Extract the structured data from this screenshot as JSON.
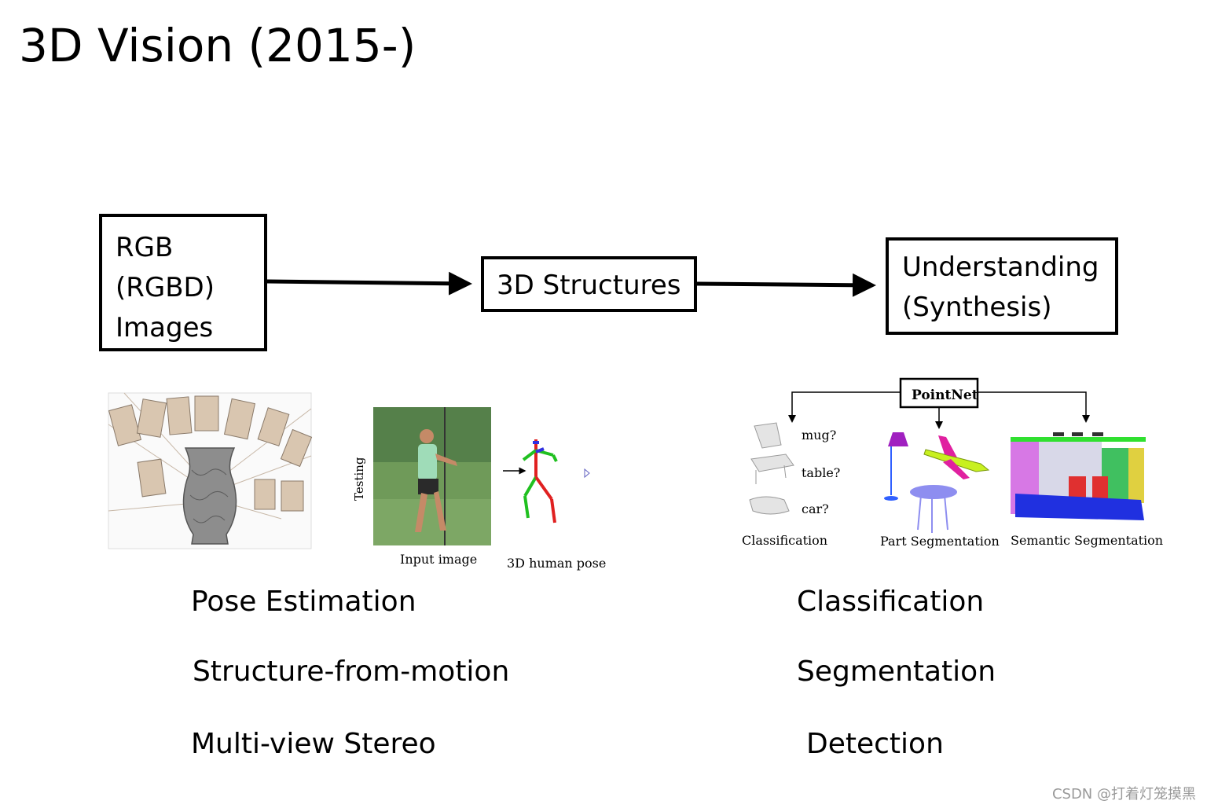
{
  "title": "3D Vision (2015-)",
  "pipeline": {
    "input": [
      "RGB",
      "(RGBD)",
      "Images"
    ],
    "middle": "3D Structures",
    "output": [
      "Understanding",
      "(Synthesis)"
    ]
  },
  "left_figures": {
    "testing_label": "Testing",
    "input_image_caption": "Input image",
    "pose_caption": "3D human pose"
  },
  "right_figures": {
    "network": "PointNet",
    "queries": [
      "mug?",
      "table?",
      "car?"
    ],
    "captions": [
      "Classification",
      "Part Segmentation",
      "Semantic Segmentation"
    ]
  },
  "left_tasks": [
    "Pose Estimation",
    "Structure-from-motion",
    "Multi-view Stereo"
  ],
  "right_tasks": [
    "Classification",
    "Segmentation",
    "Detection"
  ],
  "watermark": "CSDN @打着灯笼摸黑"
}
